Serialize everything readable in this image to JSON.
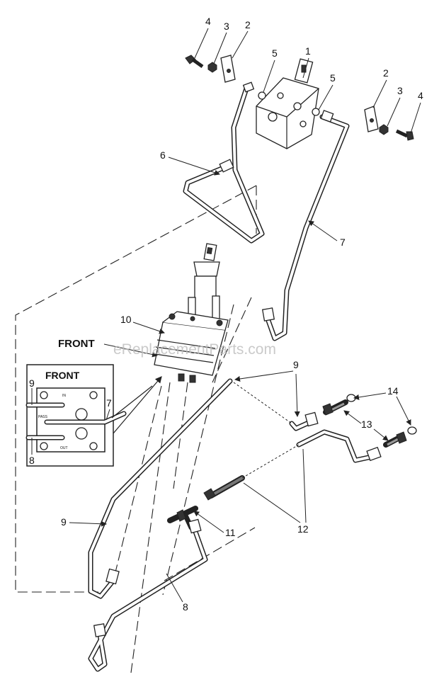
{
  "diagram": {
    "watermark": "eReplacementParts.com",
    "front_label": "FRONT",
    "inset": {
      "title": "FRONT",
      "callouts": [
        "9",
        "7",
        "8"
      ],
      "port_labels": [
        "IN",
        "PASS",
        "OUT"
      ]
    },
    "callouts": {
      "c1": "1",
      "c2a": "2",
      "c2b": "2",
      "c3a": "3",
      "c3b": "3",
      "c4a": "4",
      "c4b": "4",
      "c5a": "5",
      "c5b": "5",
      "c6": "6",
      "c7": "7",
      "c8": "8",
      "c9a": "9",
      "c9b": "9",
      "c10": "10",
      "c11": "11",
      "c12": "12",
      "c13": "13",
      "c14": "14"
    }
  }
}
